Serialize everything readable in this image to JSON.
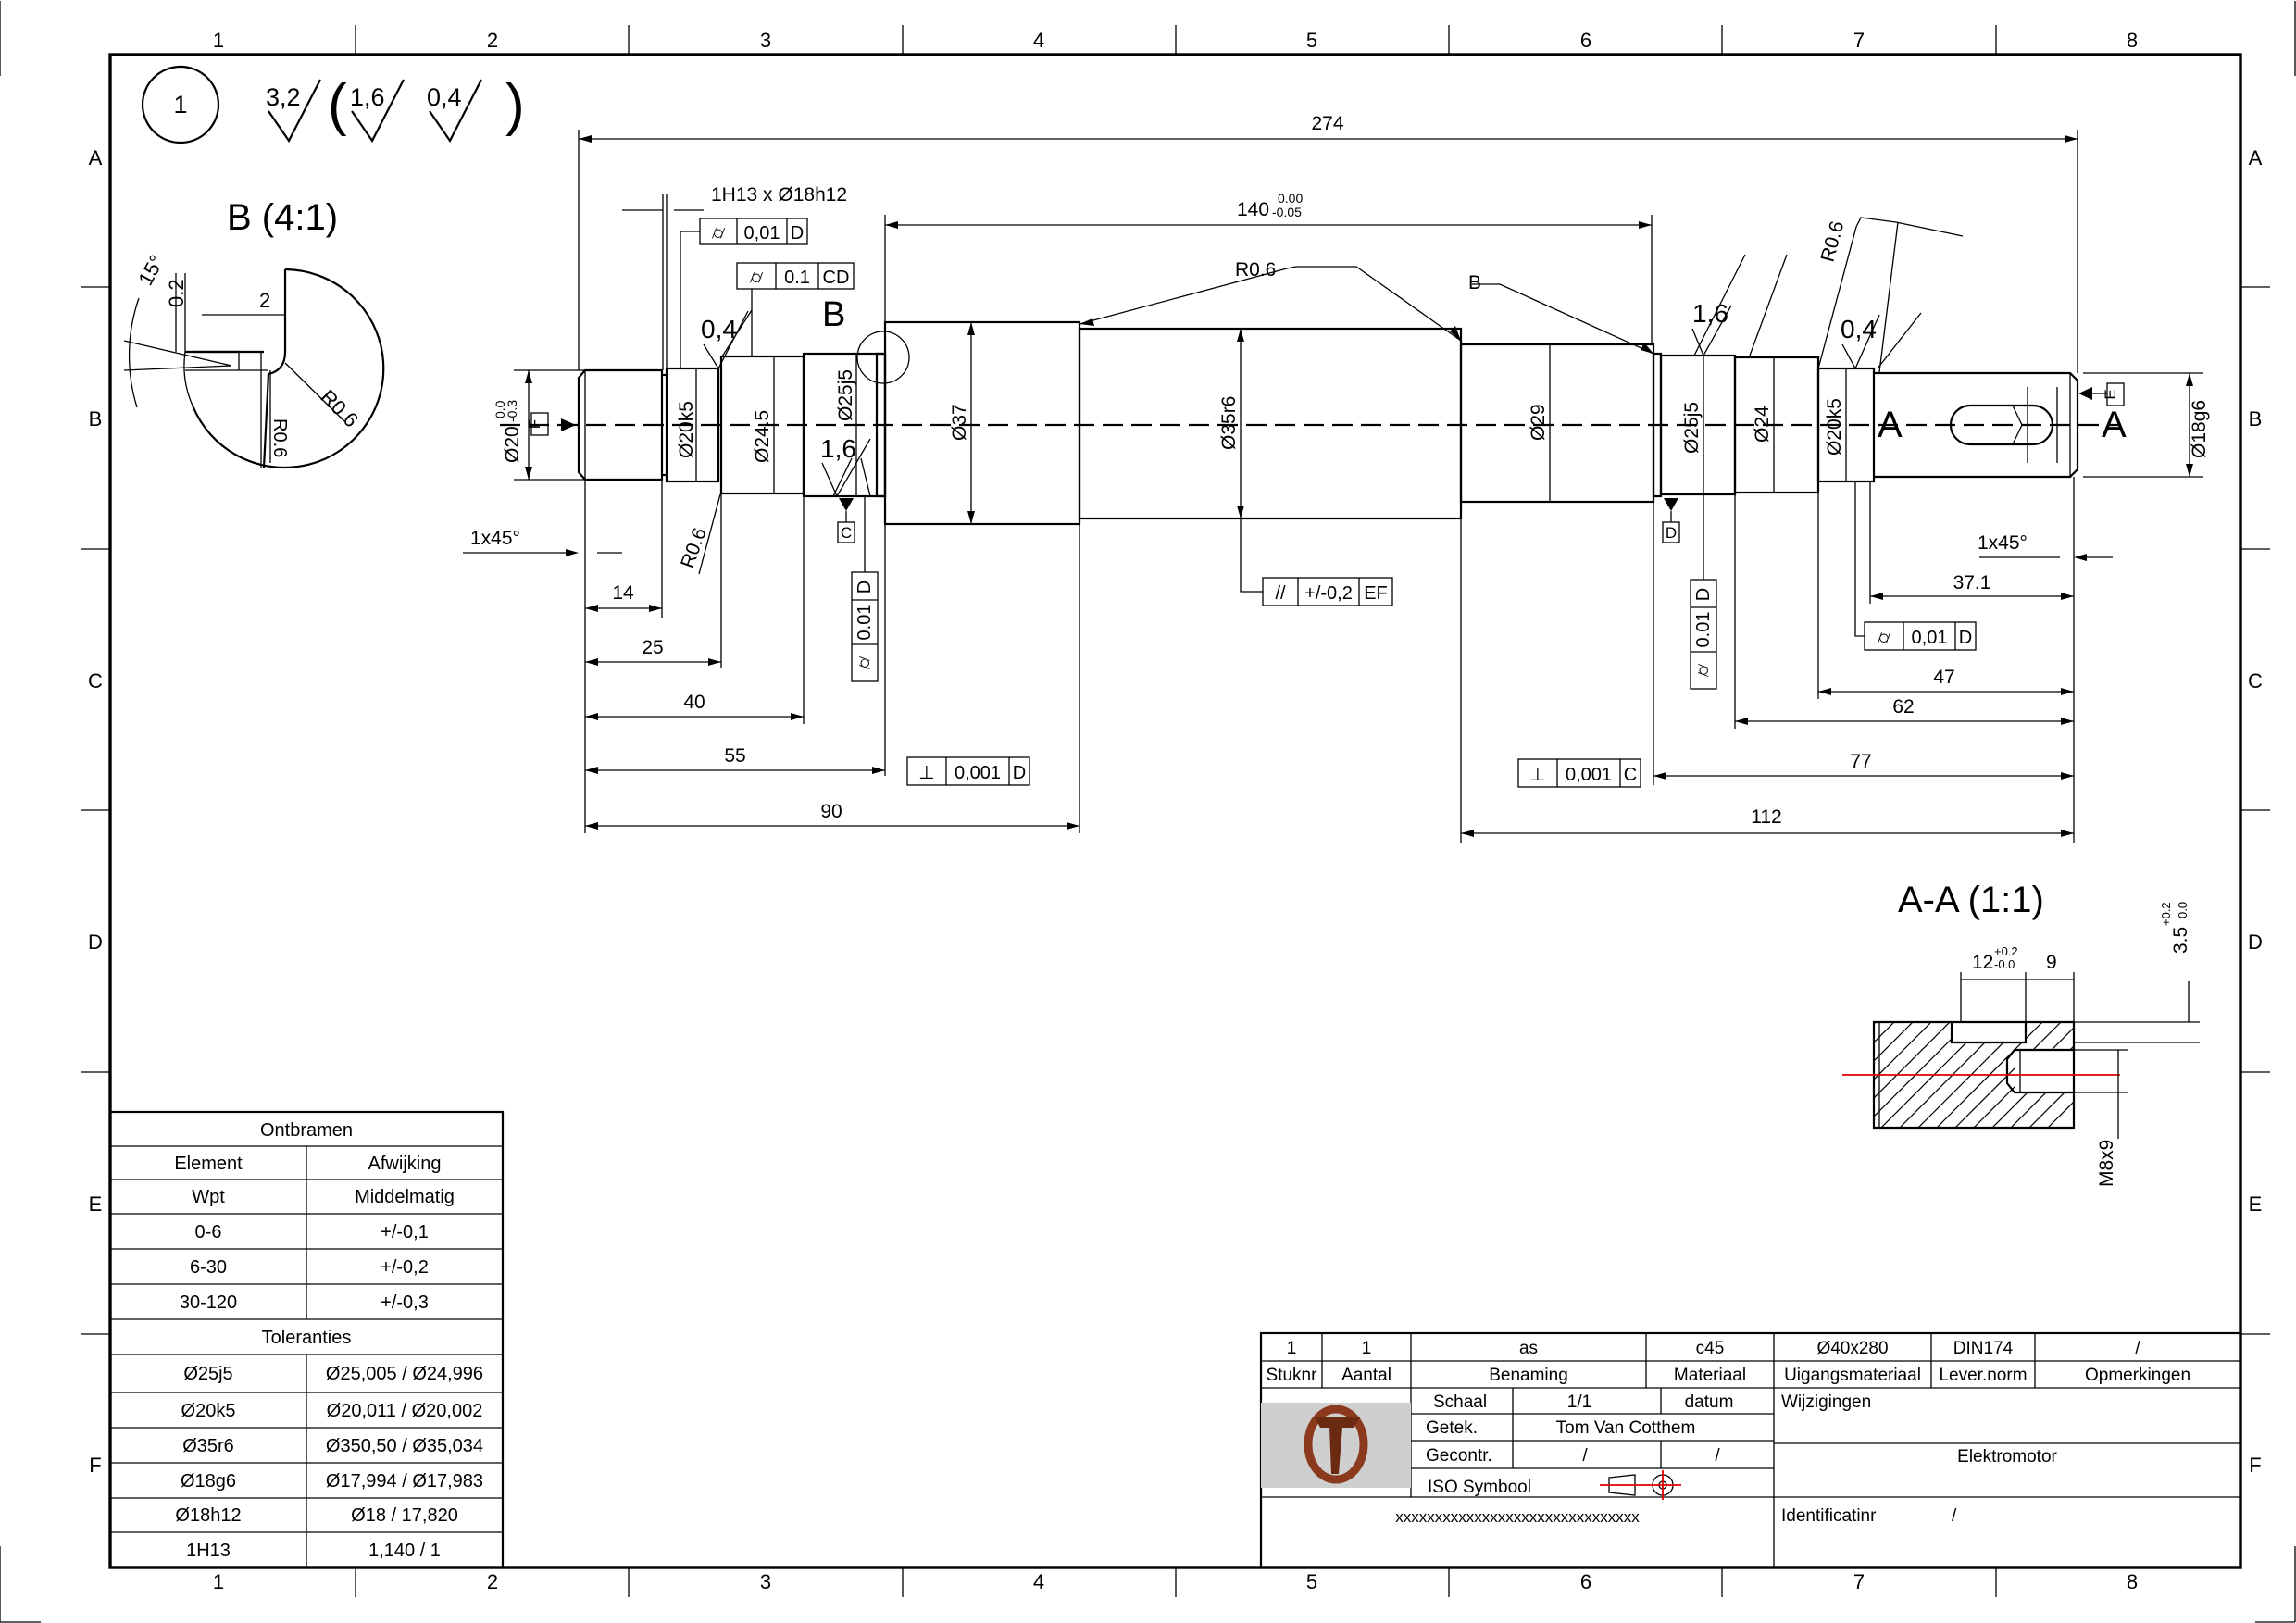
{
  "drawing": {
    "grid_columns": [
      "1",
      "2",
      "3",
      "4",
      "5",
      "6",
      "7",
      "8"
    ],
    "grid_rows": [
      "A",
      "B",
      "C",
      "D",
      "E",
      "F"
    ],
    "part_number": "1",
    "surface_finish": {
      "general": "3,2",
      "bracket_open": "(",
      "values": [
        "1,6",
        "0,4"
      ],
      "bracket_close": ")"
    }
  },
  "detail_view": {
    "title": "B (4:1)",
    "labels": [
      "15°",
      "0.2",
      "2",
      "R0.6",
      "R0.6"
    ]
  },
  "main_view": {
    "overall_length": "274",
    "dimensions": {
      "len_140": "140",
      "len_140_tol_upper": "0.00",
      "len_140_tol_lower": "-0.05",
      "groove": "1H13 x Ø18h12",
      "chamfer_left": "1x45°",
      "chamfer_right": "1x45°",
      "d_left": "Ø20",
      "d_left_tol_upper": "0.0",
      "d_left_tol_lower": "-0.3",
      "d_20k5_left": "Ø20k5",
      "d_24_5": "Ø24.5",
      "d_25j5_left": "Ø25j5",
      "d_37": "Ø37",
      "d_35r6": "Ø35r6",
      "d_29": "Ø29",
      "d_25j5_right": "Ø25j5",
      "d_24": "Ø24",
      "d_20k5_right": "Ø20k5",
      "d_18g6": "Ø18g6",
      "left_chain": [
        "14",
        "25",
        "40",
        "55",
        "90"
      ],
      "right_chain": [
        "37.1",
        "47",
        "62",
        "77",
        "112"
      ]
    },
    "radii": {
      "r_top": "R0.6",
      "r_left": "R0.6",
      "r_right": "R0.6"
    },
    "roughness": {
      "r1": "0,4",
      "r2": "1,6",
      "r3": "1,6",
      "r4": "0,4"
    },
    "labels": {
      "detail_B": "B",
      "leader_B": "B",
      "section_left": "A",
      "section_right": "A"
    },
    "datums": [
      "F",
      "C",
      "D",
      "E"
    ],
    "feature_control": [
      {
        "symbol": "⌭",
        "value": "0,01",
        "datum": "D"
      },
      {
        "symbol": "⌭",
        "value": "0.1",
        "datum": "CD"
      },
      {
        "symbol": "⌭",
        "value": "0.01",
        "datum": "D"
      },
      {
        "symbol": "⊥",
        "value": "0,001",
        "datum": "D"
      },
      {
        "symbol": "//",
        "value": "+/-0,2",
        "datum": "EF"
      },
      {
        "symbol": "⌭",
        "value": "0.01",
        "datum": "D"
      },
      {
        "symbol": "⌭",
        "value": "0,01",
        "datum": "D"
      },
      {
        "symbol": "⊥",
        "value": "0,001",
        "datum": "C"
      }
    ]
  },
  "section_view": {
    "title": "A-A (1:1)",
    "dim_12": "12",
    "dim_12_tol_upper": "+0.2",
    "dim_12_tol_lower": "-0.0",
    "dim_9": "9",
    "dim_3_5": "3.5",
    "dim_3_5_tol_upper": "+0.2",
    "dim_3_5_tol_lower": "0.0",
    "thread": "M8x9"
  },
  "ontbramen_table": {
    "title": "Ontbramen",
    "headers": [
      "Element",
      "Afwijking"
    ],
    "rows": [
      [
        "Wpt",
        "Middelmatig"
      ],
      [
        "0-6",
        "+/-0,1"
      ],
      [
        "6-30",
        "+/-0,2"
      ],
      [
        "30-120",
        "+/-0,3"
      ]
    ]
  },
  "tolerance_table": {
    "title": "Toleranties",
    "rows": [
      [
        "Ø25j5",
        "Ø25,005 / Ø24,996"
      ],
      [
        "Ø20k5",
        "Ø20,011 / Ø20,002"
      ],
      [
        "Ø35r6",
        "Ø350,50 / Ø35,034"
      ],
      [
        "Ø18g6",
        "Ø17,994 / Ø17,983"
      ],
      [
        "Ø18h12",
        "Ø18 /  17,820"
      ],
      [
        "1H13",
        "1,140 / 1"
      ]
    ]
  },
  "title_block": {
    "parts_values": [
      "1",
      "1",
      "as",
      "c45",
      "Ø40x280",
      "DIN174",
      "/"
    ],
    "parts_headers": [
      "Stuknr",
      "Aantal",
      "Benaming",
      "Materiaal",
      "Uigangsmateriaal",
      "Lever.norm",
      "Opmerkingen"
    ],
    "schaal_label": "Schaal",
    "schaal_value": "1/1",
    "datum_label": "datum",
    "getekend_label": "Getek.",
    "getekend_value": "Tom Van Cotthem",
    "gecontr_label": "Gecontr.",
    "gecontr_value": "/",
    "gecontr_datum": "/",
    "iso_label": "ISO Symbool",
    "wijzigingen_label": "Wijzigingen",
    "project": "Elektromotor",
    "filler": "xxxxxxxxxxxxxxxxxxxxxxxxxxxxxxx",
    "ident_label": "Identificatinr",
    "ident_value": "/"
  }
}
